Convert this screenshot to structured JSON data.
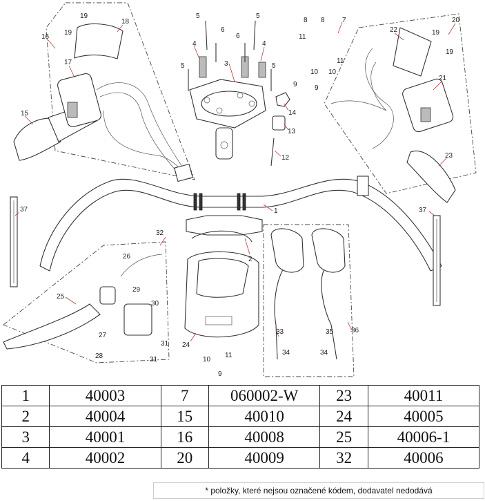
{
  "diagram": {
    "callouts": [
      "1",
      "2",
      "3",
      "4",
      "4",
      "5",
      "5",
      "5",
      "5",
      "6",
      "6",
      "7",
      "8",
      "8",
      "9",
      "9",
      "9",
      "10",
      "10",
      "10",
      "11",
      "11",
      "11",
      "12",
      "13",
      "14",
      "15",
      "16",
      "17",
      "18",
      "19",
      "19",
      "19",
      "19",
      "20",
      "21",
      "22",
      "23",
      "24",
      "25",
      "26",
      "27",
      "28",
      "29",
      "30",
      "31",
      "31",
      "32",
      "33",
      "34",
      "34",
      "35",
      "36",
      "37",
      "37"
    ]
  },
  "parts_table": {
    "rows": [
      [
        {
          "no": "1",
          "code": "40003"
        },
        {
          "no": "7",
          "code": "060002-W"
        },
        {
          "no": "23",
          "code": "40011"
        }
      ],
      [
        {
          "no": "2",
          "code": "40004"
        },
        {
          "no": "15",
          "code": "40010"
        },
        {
          "no": "24",
          "code": "40005"
        }
      ],
      [
        {
          "no": "3",
          "code": "40001"
        },
        {
          "no": "16",
          "code": "40008"
        },
        {
          "no": "25",
          "code": "40006-1"
        }
      ],
      [
        {
          "no": "4",
          "code": "40002"
        },
        {
          "no": "20",
          "code": "40009"
        },
        {
          "no": "32",
          "code": "40006"
        }
      ]
    ]
  },
  "footnote": "* položky, které nejsou označené kódem, dodavatel nedodává"
}
